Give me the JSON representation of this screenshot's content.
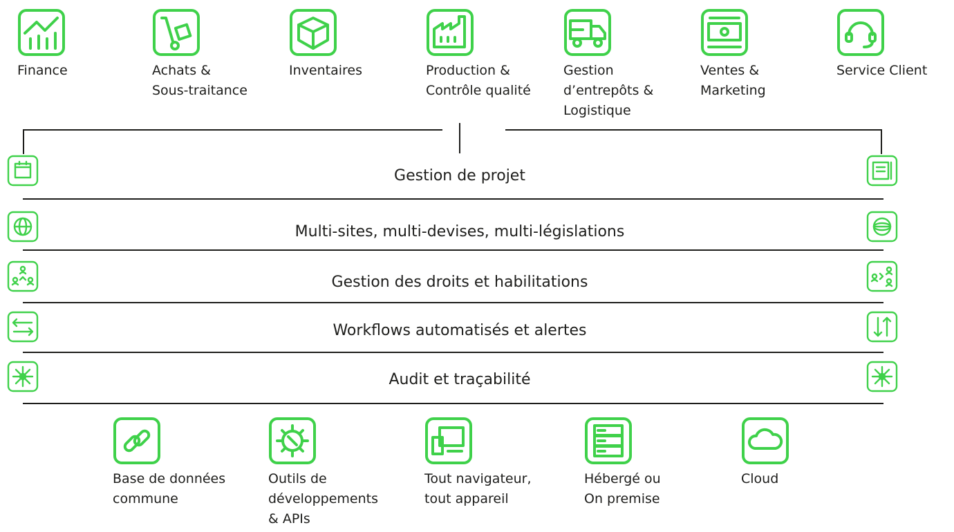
{
  "modules": [
    {
      "id": "finance",
      "label": "Finance",
      "icon": "chart-icon"
    },
    {
      "id": "achats",
      "label": "Achats &\nSous-traitance",
      "icon": "hand-truck-icon"
    },
    {
      "id": "inventaires",
      "label": "Inventaires",
      "icon": "box-icon"
    },
    {
      "id": "production",
      "label": "Production &\nContrôle qualité",
      "icon": "factory-icon"
    },
    {
      "id": "entrepots",
      "label": "Gestion\nd’entrepôts &\nLogistique",
      "icon": "truck-icon"
    },
    {
      "id": "ventes",
      "label": "Ventes &\nMarketing",
      "icon": "cash-register-icon"
    },
    {
      "id": "service",
      "label": "Service Client",
      "icon": "headset-icon"
    }
  ],
  "layers": [
    {
      "label": "Gestion de projet",
      "icon_left": "calendar-icon",
      "icon_right": "calendar-icon"
    },
    {
      "label": "Multi-sites, multi-devises, multi-législations",
      "icon_left": "globe-icon",
      "icon_right": "globe-icon"
    },
    {
      "label": "Gestion des droits et habilitations",
      "icon_left": "user-hierarchy-icon",
      "icon_right": "user-hierarchy-icon"
    },
    {
      "label": "Workflows automatisés et alertes",
      "icon_left": "arrows-horizontal-icon",
      "icon_right": "arrows-vertical-icon"
    },
    {
      "label": "Audit et traçabilité",
      "icon_left": "audit-star-icon",
      "icon_right": "audit-star-icon"
    }
  ],
  "tech": [
    {
      "id": "db",
      "label": "Base de données\ncommune",
      "icon": "link-icon"
    },
    {
      "id": "tools",
      "label": "Outils de\ndéveloppements\n& APIs",
      "icon": "gear-tools-icon"
    },
    {
      "id": "browser",
      "label": "Tout navigateur,\ntout appareil",
      "icon": "devices-icon"
    },
    {
      "id": "hosted",
      "label": "Hébergé ou\nOn premise",
      "icon": "server-icon"
    },
    {
      "id": "cloud",
      "label": "Cloud",
      "icon": "cloud-icon"
    }
  ],
  "colors": {
    "accent": "#3fd14a",
    "text": "#1d1d1b",
    "line": "#1d1d1b"
  }
}
